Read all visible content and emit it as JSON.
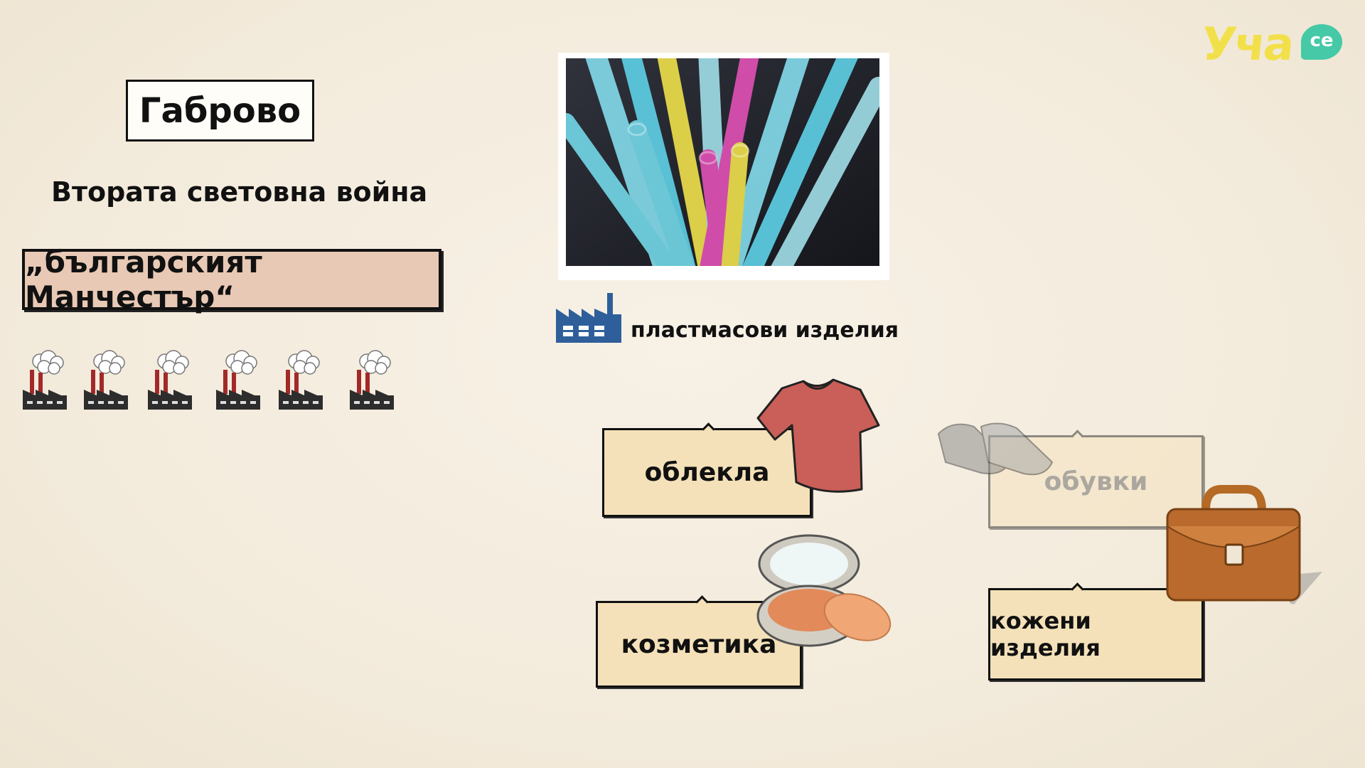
{
  "logo": {
    "text": "Уча",
    "badge": "се"
  },
  "left": {
    "city": "Габрово",
    "event": "Втората световна война",
    "nickname": "„българският Манчестър“",
    "factory_count": 6
  },
  "right": {
    "plastics_label": "пластмасови изделия",
    "items": {
      "clothes": "облекла",
      "cosmetics": "козметика",
      "shoes": "обувки",
      "leather": "кожени изделия"
    }
  },
  "colors": {
    "background": "#f3ebdc",
    "nickname_fill": "#e8c9b5",
    "tag_fill": "#f4e1b9",
    "factory_icon_blue": "#2f5f9a",
    "logo_yellow": "#f2e04a",
    "logo_green": "#45c9a6"
  },
  "icons": [
    "factory-smoke-icon",
    "factory-blue-icon",
    "tshirt-icon",
    "compact-powder-icon",
    "shoes-icon",
    "briefcase-icon"
  ]
}
